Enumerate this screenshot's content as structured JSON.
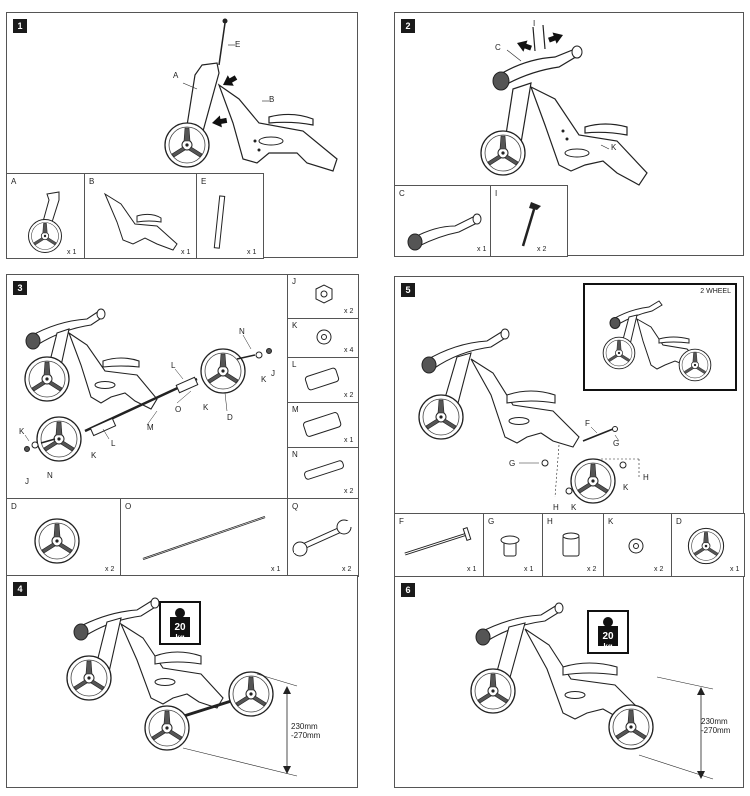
{
  "steps": {
    "s1": {
      "num": "1",
      "callouts": {
        "A": "A",
        "B": "B",
        "E": "E"
      }
    },
    "s2": {
      "num": "2",
      "callouts": {
        "C": "C",
        "I": "I",
        "K": "K"
      }
    },
    "s3": {
      "num": "3",
      "callouts": {
        "L1": "L",
        "L2": "L",
        "M": "M",
        "N1": "N",
        "N2": "N",
        "K1": "K",
        "K2": "K",
        "K3": "K",
        "J1": "J",
        "J2": "J",
        "O": "O",
        "D": "D"
      }
    },
    "s4": {
      "num": "4",
      "weight": {
        "value": "20",
        "unit": "kg"
      },
      "height": "230mm\n-270mm"
    },
    "s5": {
      "num": "5",
      "inset_title": "2 WHEEL",
      "callouts": {
        "F": "F",
        "G1": "G",
        "G2": "G",
        "H1": "H",
        "H2": "H",
        "K1": "K",
        "K2": "K"
      }
    },
    "s6": {
      "num": "6",
      "weight": {
        "value": "20",
        "unit": "kg"
      },
      "height": "230mm\n-270mm"
    }
  },
  "parts": {
    "s1": [
      {
        "id": "A",
        "qty": "x 1"
      },
      {
        "id": "B",
        "qty": "x 1"
      },
      {
        "id": "E",
        "qty": "x 1"
      }
    ],
    "s2": [
      {
        "id": "C",
        "qty": "x 1"
      },
      {
        "id": "I",
        "qty": "x 2"
      }
    ],
    "s3_side": [
      {
        "id": "J",
        "qty": "x 2"
      },
      {
        "id": "K",
        "qty": "x 4"
      },
      {
        "id": "L",
        "qty": "x 2"
      },
      {
        "id": "M",
        "qty": "x 1"
      },
      {
        "id": "N",
        "qty": "x 2"
      }
    ],
    "s3_bottom": [
      {
        "id": "D",
        "qty": "x 2"
      },
      {
        "id": "O",
        "qty": "x 1"
      },
      {
        "id": "Q",
        "qty": "x 2"
      }
    ],
    "s5": [
      {
        "id": "F",
        "qty": "x 1"
      },
      {
        "id": "G",
        "qty": "x 1"
      },
      {
        "id": "H",
        "qty": "x 2"
      },
      {
        "id": "K",
        "qty": "x 2"
      },
      {
        "id": "D",
        "qty": "x 1"
      }
    ]
  }
}
